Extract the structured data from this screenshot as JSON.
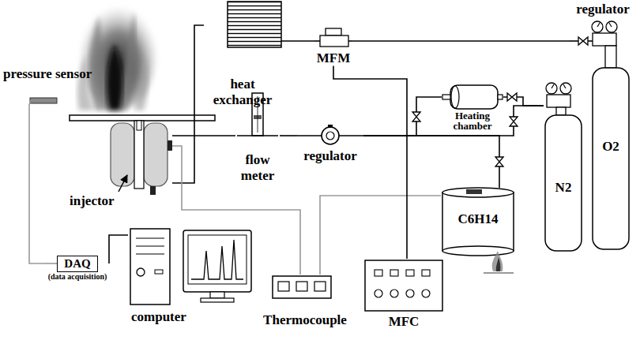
{
  "diagram": {
    "nodes": [
      {
        "text": [
          "pressure sensor"
        ]
      },
      {
        "text": [
          "injector"
        ]
      },
      {
        "text": [
          "heat exchanger"
        ]
      },
      {
        "text": [
          "MFM"
        ]
      },
      {
        "text": [
          "regulator"
        ]
      },
      {
        "text": [
          "flow meter"
        ]
      },
      {
        "text": [
          "regulator"
        ]
      },
      {
        "text": [
          "Heating chamber"
        ]
      },
      {
        "text": [
          "N2"
        ]
      },
      {
        "text": [
          "O2"
        ]
      },
      {
        "text": [
          "C6H14"
        ]
      },
      {
        "text": [
          "DAQ",
          "(data acquisition)"
        ]
      },
      {
        "text": [
          "computer"
        ]
      },
      {
        "text": [
          "Thermocouple"
        ]
      },
      {
        "text": [
          "MFC"
        ]
      }
    ],
    "edges": [
      {
        "from": 4,
        "to": 3,
        "arrow": "none"
      },
      {
        "from": 3,
        "to": 2,
        "arrow": "none"
      },
      {
        "from": 2,
        "to": 1,
        "arrow": "none"
      },
      {
        "from": 8,
        "to": 7,
        "arrow": "none"
      },
      {
        "from": 8,
        "to": 6,
        "arrow": "none"
      },
      {
        "from": 7,
        "to": 6,
        "arrow": "none"
      },
      {
        "from": 10,
        "to": 6,
        "arrow": "none"
      },
      {
        "from": 6,
        "to": 5,
        "arrow": "none"
      },
      {
        "from": 5,
        "to": 1,
        "arrow": "none"
      },
      {
        "from": 1,
        "to": 13,
        "arrow": "none"
      },
      {
        "from": 10,
        "to": 13,
        "arrow": "none"
      },
      {
        "from": 14,
        "to": 3,
        "arrow": "none"
      },
      {
        "from": 0,
        "to": 11,
        "arrow": "none"
      },
      {
        "from": 11,
        "to": 12,
        "arrow": "none"
      }
    ]
  }
}
